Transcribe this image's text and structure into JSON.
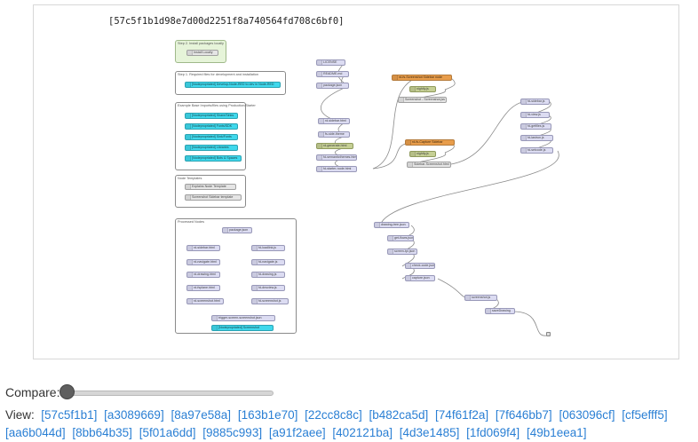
{
  "hash": "[57c5f1b1d98e7d00d2251f8a740564fd708c6bf0]",
  "groups": {
    "step2": "Step 2. Install packages locally",
    "step1": "Step 1. Required files for development and installation",
    "examples": "Example Base Imports/files using Production/Starter",
    "templates": "Node Templates",
    "processed": "Processed Nodes"
  },
  "nodes": {
    "install_locally": "Install Locally",
    "deps_node_red": "[Nodepropriated] Develop-Node-RED to dev in Node-RED",
    "ex1": "[Nodepropriated] Share/Sinks",
    "ex2": "[Nodepropriated] Fonts/SDK",
    "ex3": "[Nodepropriated] Sink/Fonts",
    "ex4": "[Nodepropriated] Libraries",
    "ex5": "[Nodepropriated] Bots & Spaces",
    "tpl1": "Explains Node Template",
    "tpl2": "Screenshot Sidebar template",
    "license": "LICENSE",
    "readme": "README.md",
    "package_json": "package.json",
    "jsconfig": "rd-sidebar.html",
    "fs_sidebar": "fs-side-theme",
    "fs_generator": "rd-generate.html",
    "fs_semantic": "fd-semanticthemes.html",
    "fs_starter": "fd-starter-node.html",
    "orange1": "rd-fs-Screenshot Sidebar node",
    "nightly1": "nightly.js",
    "dash_screenshot": "Screenshot - Screenshot.jss",
    "orange2": "rd-fs-Capture Sidebar",
    "nightly2": "nightly.js",
    "sidebar_screenshot": "Sidebar-Screenshot.html",
    "r1": "fd-sidebar.js",
    "r2": "fd-view.js",
    "r3": "fd-getfiles.js",
    "r4": "fd-lastrun.js",
    "r5": "fd-setcode.js",
    "d1": "drawing-tree.json",
    "d2": "get-flows.json",
    "d3": "screen-tpl.json",
    "d4": "check-code.json",
    "d5": "capture.json",
    "d6": "screenshot.js",
    "d7": "saveDrawing",
    "pn_pkg": "package.json",
    "pn_a1": "rd-sidebar.html",
    "pn_a2": "rd-navigate.html",
    "pn_a3": "rd-drawing.html",
    "pn_a4": "rd-fsplane.html",
    "pn_a5": "rd-screenshot.html",
    "pn_b1": "fd-loadlink.js",
    "pn_b2": "fd-navigate.js",
    "pn_b3": "fd-drawing.js",
    "pn_b4": "fd-dnsview.js",
    "pn_b5": "fd-screenshot.js",
    "pn_trigger": "trigger-screen-screenshot.json",
    "pn_blue": "[Nodepropriated] Screenshot"
  },
  "compare": {
    "label": "Compare:",
    "value": 0
  },
  "view": {
    "label": "View:",
    "links": [
      "[57c5f1b1]",
      "[a3089669]",
      "[8a97e58a]",
      "[163b1e70]",
      "[22cc8c8c]",
      "[b482ca5d]",
      "[74f61f2a]",
      "[7f646bb7]",
      "[063096cf]",
      "[cf5efff5]",
      "[aa6b044d]",
      "[8bb64b35]",
      "[5f01a6dd]",
      "[9885c993]",
      "[a91f2aee]",
      "[402121ba]",
      "[4d3e1485]",
      "[1fd069f4]",
      "[49b1eea1]"
    ]
  },
  "colors": {
    "accent_link": "#2a7fd4",
    "node_cyan": "#3fd8ec",
    "node_orange": "#e89d4b",
    "node_lavender": "#dcdcf2",
    "group_green": "#e6f4d9"
  }
}
